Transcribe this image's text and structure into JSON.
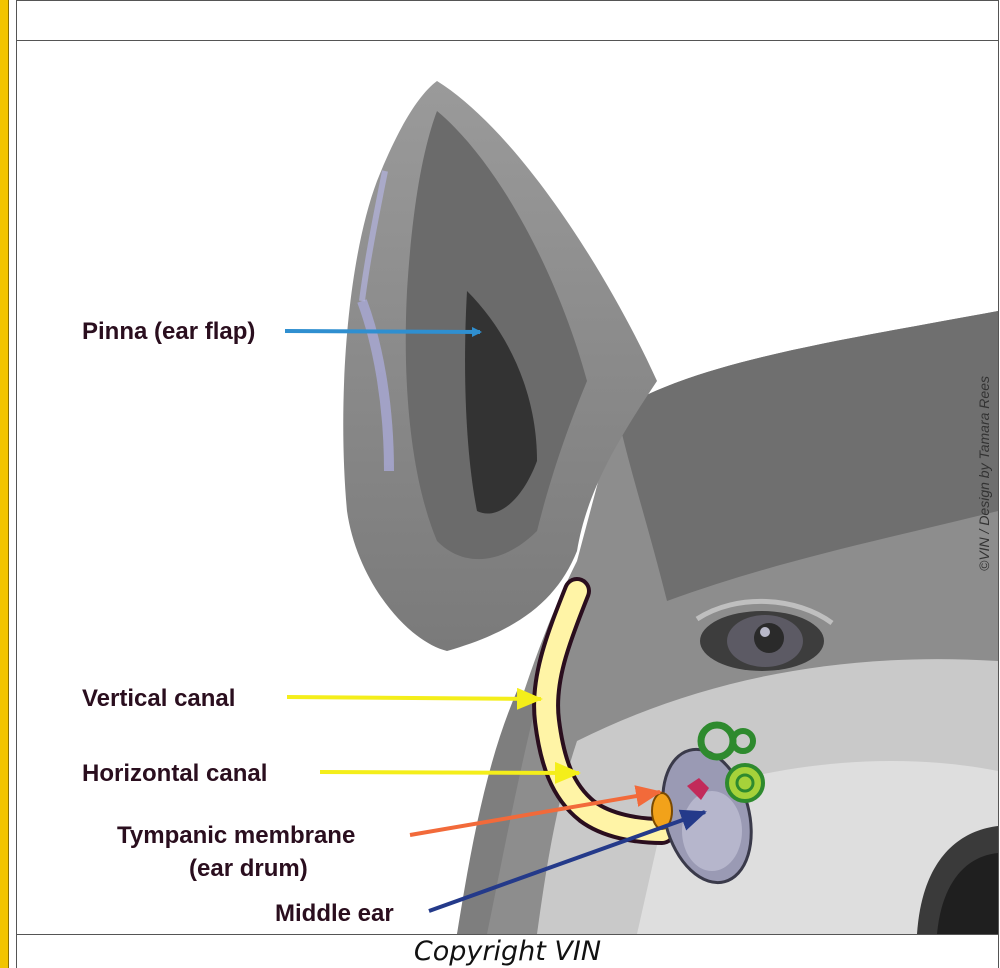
{
  "labels": {
    "pinna": "Pinna (ear flap)",
    "vertical_canal": "Vertical canal",
    "horizontal_canal": "Horizontal canal",
    "tympanic_line1": "Tympanic membrane",
    "tympanic_line2": "(ear drum)",
    "middle_ear": "Middle ear"
  },
  "credit": "©VIN / Design by Tamara Rees",
  "caption": "Copyright VIN",
  "colors": {
    "pinna_arrow": "#2f8fd0",
    "canal_arrow": "#f4ee1a",
    "tympanic_arrow": "#f26a3a",
    "middle_ear_arrow": "#243a8a",
    "canal": "#fff4a6",
    "label_text": "#2a0e1e",
    "accent_stripe": "#f2c400"
  },
  "icons": [
    "dog-head-illustration",
    "ear-canal-illustration",
    "inner-ear-illustration"
  ]
}
